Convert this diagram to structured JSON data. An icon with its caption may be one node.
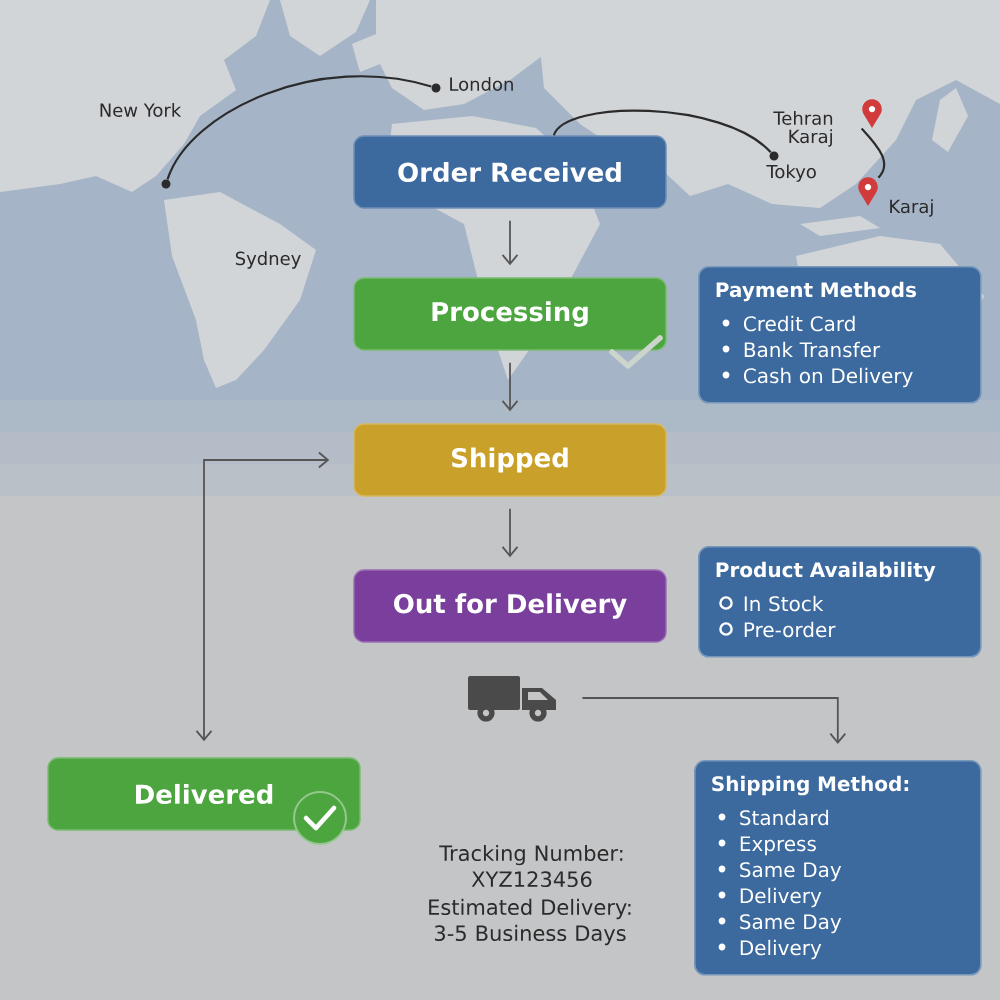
{
  "diagram": {
    "nodes": [
      {
        "text": [],
        "shape": "circle",
        "beside": [
          "London"
        ]
      },
      {
        "text": [],
        "shape": "circle",
        "beside": [
          "New York"
        ]
      },
      {
        "text": [],
        "shape": "pin",
        "beside": [
          "Tehran",
          "Karaj"
        ]
      },
      {
        "text": [
          "Order Received"
        ]
      },
      {
        "text": [],
        "shape": "circle",
        "beside": [
          "Tokyo"
        ]
      },
      {
        "text": [],
        "shape": "pin",
        "beside": [
          "Karaj"
        ]
      },
      {
        "text": [
          "Processing"
        ]
      },
      {
        "text": [
          "Payment Methods",
          "Credit Card",
          "Bank Transfer",
          "Cash on Delivery"
        ]
      },
      {
        "text": [
          "Shipped"
        ]
      },
      {
        "text": [
          "Out for Delivery"
        ]
      },
      {
        "text": [
          "Product Availability",
          "In Stock",
          "Pre-order"
        ]
      },
      {
        "text": [],
        "shape": "picture"
      },
      {
        "text": [
          "Delivered"
        ]
      },
      {
        "text": [
          "Shipping Method:",
          "Standard",
          "Express",
          "Same Day",
          "Delivery",
          "Same Day",
          "Delivery"
        ]
      }
    ],
    "edges": [
      {
        "from": 1,
        "to": 0,
        "arrow": "none"
      },
      {
        "from": 3,
        "to": 4,
        "arrow": "none"
      },
      {
        "from": 2,
        "to": 5,
        "arrow": "none"
      },
      {
        "from": 3,
        "to": 6,
        "arrow": "to"
      },
      {
        "from": 6,
        "to": 8,
        "arrow": "to"
      },
      {
        "from": 8,
        "to": 9,
        "arrow": "to"
      },
      {
        "from": 8,
        "to": 12,
        "arrow": "both"
      },
      {
        "from": 11,
        "to": 13,
        "arrow": "to"
      }
    ],
    "labels": [
      "Sydney",
      "Tracking Number: XYZ123456",
      "Estimated Delivery: 3-5 Business Days"
    ]
  }
}
